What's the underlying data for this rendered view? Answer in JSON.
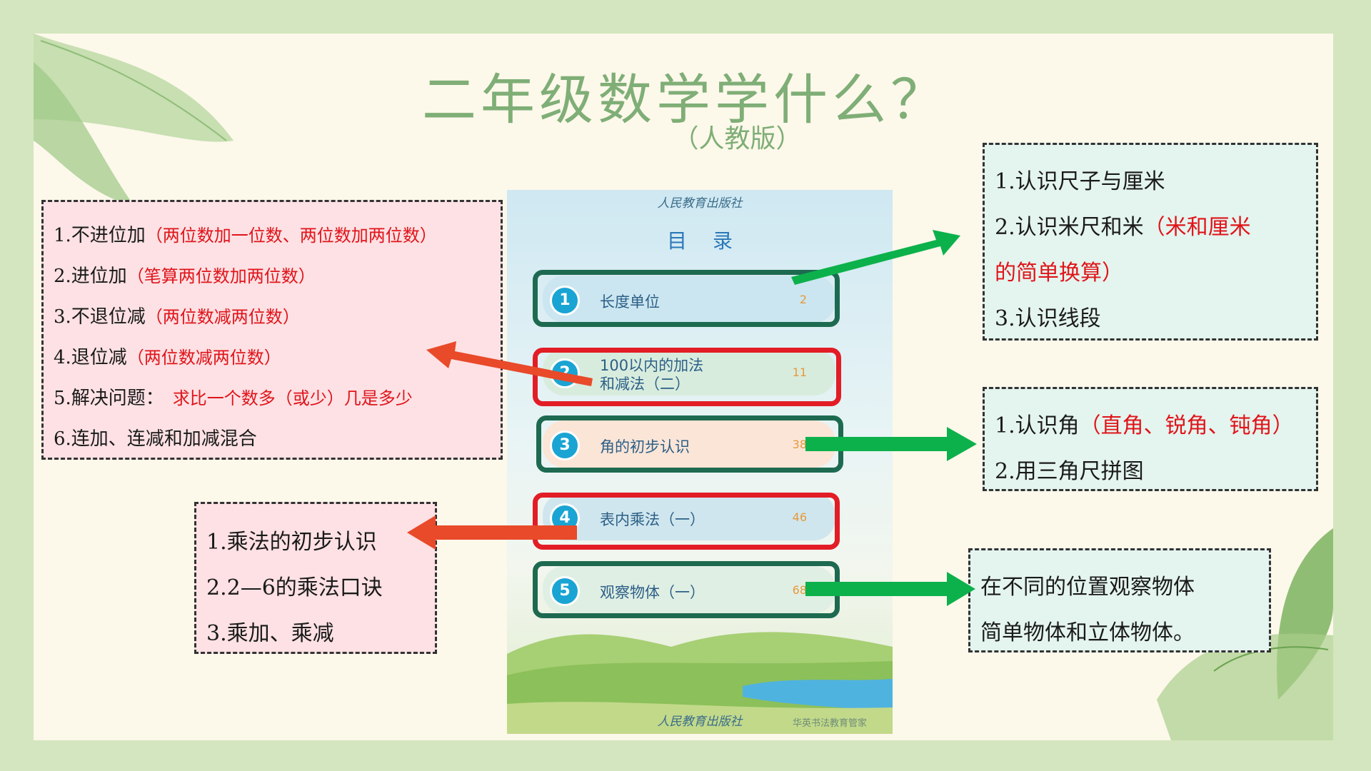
{
  "title": "二年级数学学什么？",
  "subtitle": "（人教版）",
  "left_box": {
    "lines": [
      {
        "main": "1.不进位加",
        "note": "（两位数加一位数、两位数加两位数）"
      },
      {
        "main": "2.进位加",
        "note": "（笔算两位数加两位数）"
      },
      {
        "main": "3.不退位减",
        "note": "（两位数减两位数）"
      },
      {
        "main": "4.退位减",
        "note": "（两位数减两位数）"
      },
      {
        "main": "5.解决问题：",
        "note": "求比一个数多（或少）几是多少"
      },
      {
        "main": "6.连加、连减和加减混合",
        "note": ""
      }
    ]
  },
  "left_box2": {
    "lines": [
      "1.乘法的初步认识",
      "2.2—6的乘法口诀",
      "3.乘加、乘减"
    ]
  },
  "right_box1": {
    "line1": "1.认识尺子与厘米",
    "line2_main": "2.认识米尺和米",
    "line2_note": "（米和厘米",
    "line3_note": "的简单换算）",
    "line4": "3.认识线段"
  },
  "right_box2": {
    "line1_main": "1.认识角",
    "line1_note": "（直角、锐角、钝角）",
    "line2": "2.用三角尺拼图"
  },
  "right_box3": {
    "lines": [
      "在不同的位置观察物体",
      "简单物体和立体物体。"
    ]
  },
  "book": {
    "publisher": "人民教育出版社",
    "toc_label": "目录",
    "watermark": "华英书法教育管家",
    "chapters": [
      {
        "num": "1",
        "label": "长度单位",
        "page": "2"
      },
      {
        "num": "2",
        "label": "100以内的加法",
        "label2": "和减法（二）",
        "page": "11"
      },
      {
        "num": "3",
        "label": "角的初步认识",
        "page": "38"
      },
      {
        "num": "4",
        "label": "表内乘法（一）",
        "page": "46"
      },
      {
        "num": "5",
        "label": "观察物体（一）",
        "page": "68"
      }
    ]
  },
  "colors": {
    "green_arrow": "#0db14b",
    "red_arrow": "#e84a2a",
    "pink_box": "#fde1e4",
    "mint_box": "#e4f4ee",
    "title": "#7fae76"
  }
}
